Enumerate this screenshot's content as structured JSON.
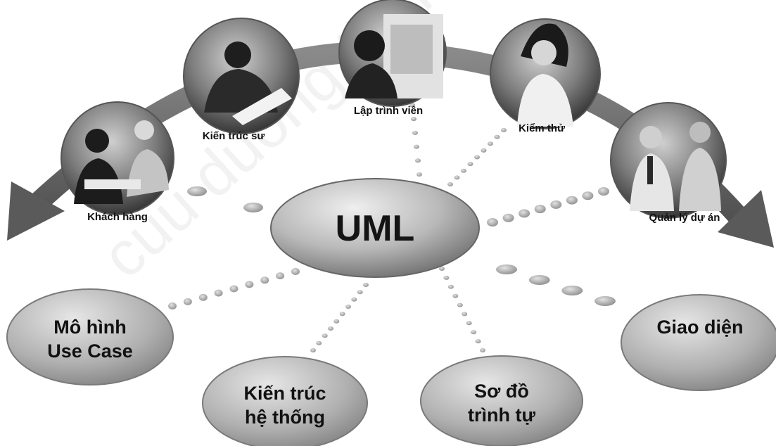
{
  "center": {
    "label": "UML"
  },
  "roles": [
    {
      "id": "customer",
      "label": "Khách hàng",
      "icon": "customer-photo"
    },
    {
      "id": "architect",
      "label": "Kiến trúc sư",
      "icon": "architect-photo"
    },
    {
      "id": "programmer",
      "label": "Lập trình viên",
      "icon": "programmer-photo"
    },
    {
      "id": "tester",
      "label": "Kiểm thử",
      "icon": "tester-photo"
    },
    {
      "id": "project-manager",
      "label": "Quản lý dự án",
      "icon": "project-manager-photo"
    }
  ],
  "artifacts": [
    {
      "id": "use-case",
      "lines": [
        "Mô hình",
        "Use Case"
      ]
    },
    {
      "id": "system-architecture",
      "lines": [
        "Kiến trúc",
        "hệ thống"
      ]
    },
    {
      "id": "sequence-diagram",
      "lines": [
        "Sơ đồ",
        "trình tự"
      ]
    },
    {
      "id": "interface",
      "lines": [
        "Giao diện"
      ]
    }
  ],
  "watermark": "cuu duong than cong . com",
  "colors": {
    "ellipse_light": "#e4e4e4",
    "ellipse_dark": "#7a7a7a",
    "arc": "#6e6e6e",
    "dots": "#a8a8a8"
  }
}
